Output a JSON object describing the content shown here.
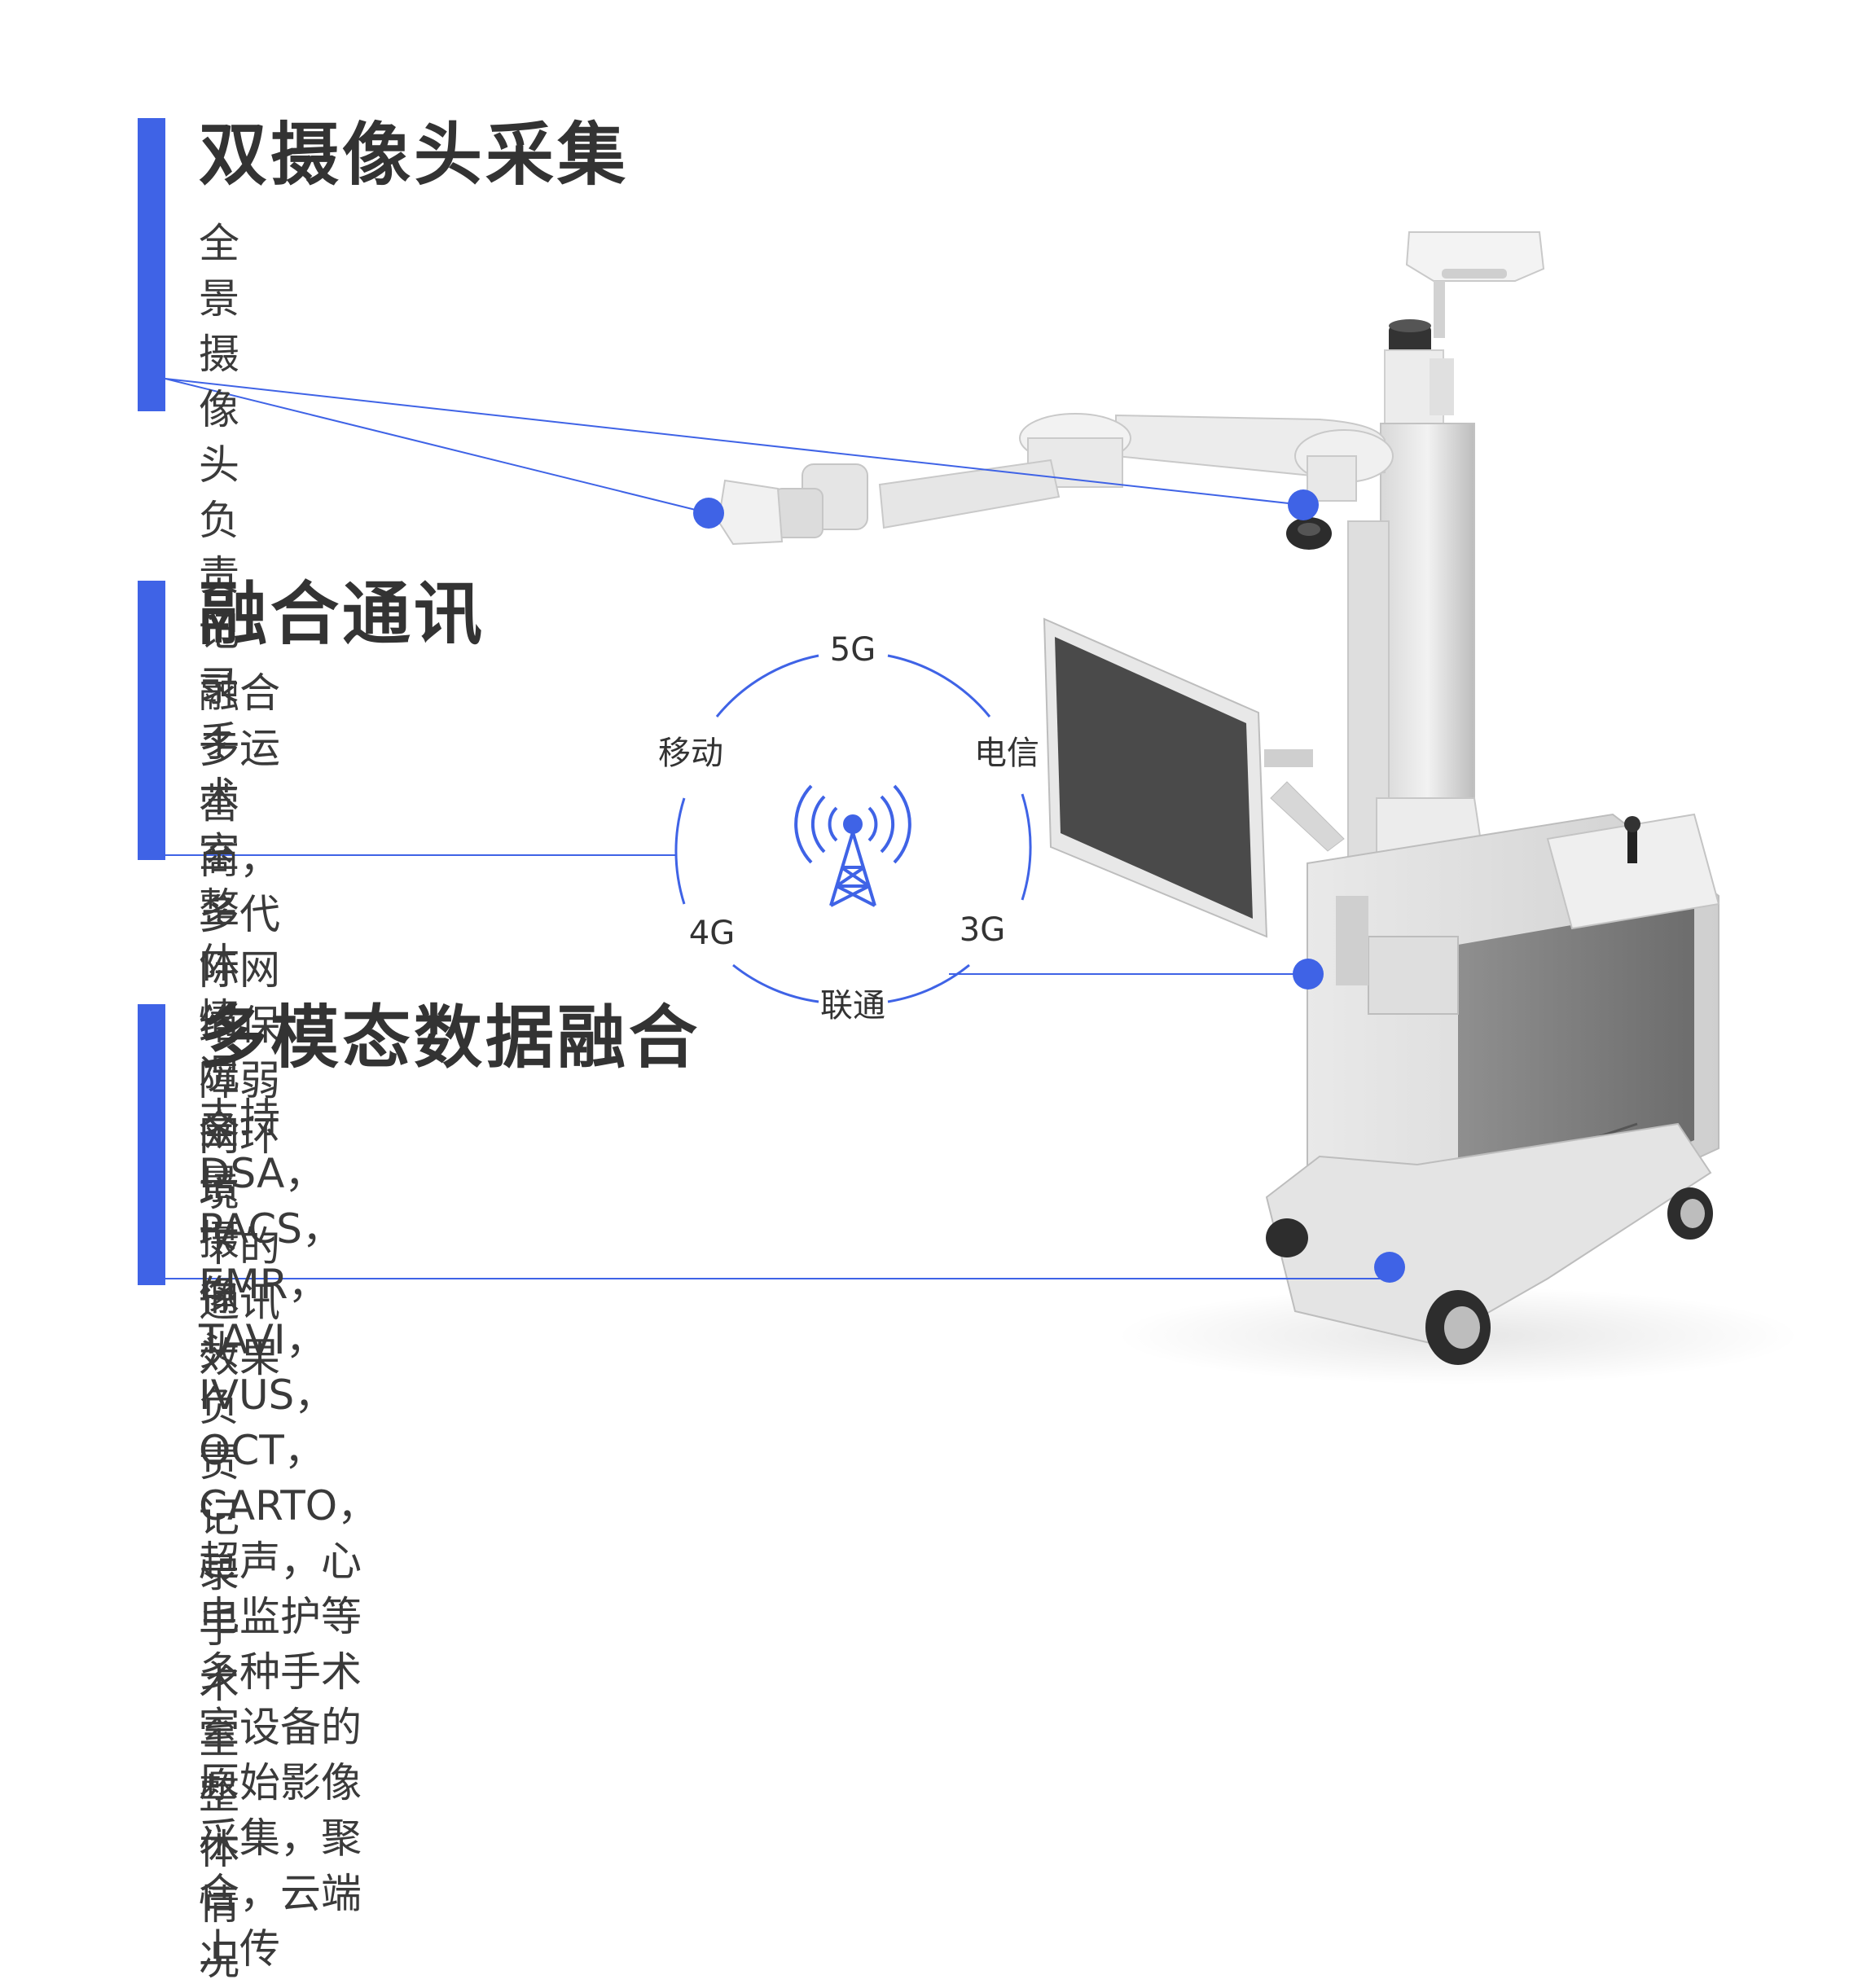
{
  "sections": [
    {
      "title": "双摄像头采集",
      "body": "全景摄像头负责记录手术室\n整体情况全景摄像头负责记\n录手术室整体情况"
    },
    {
      "title": "融合通讯",
      "body": "融合多运营商，多代\n际网络保障弱网环境\n下的通讯效果"
    },
    {
      "title": "多模态数据融合",
      "body": "支持DSA，PACS，EMR，TAVI，IVUS，OCT，\nCARTO，超声，心电监护等多种手术室设备的\n原始影像采集，聚合，云端上传"
    }
  ],
  "network_ring": {
    "labels": [
      "5G",
      "电信",
      "3G",
      "联通",
      "4G",
      "移动"
    ],
    "center_icon": "signal-tower-icon"
  },
  "device_image": "medical-cart-with-arm-and-monitor",
  "colors": {
    "accent": "#3f63e6",
    "heading": "#333333",
    "body": "#3a3a3a"
  }
}
